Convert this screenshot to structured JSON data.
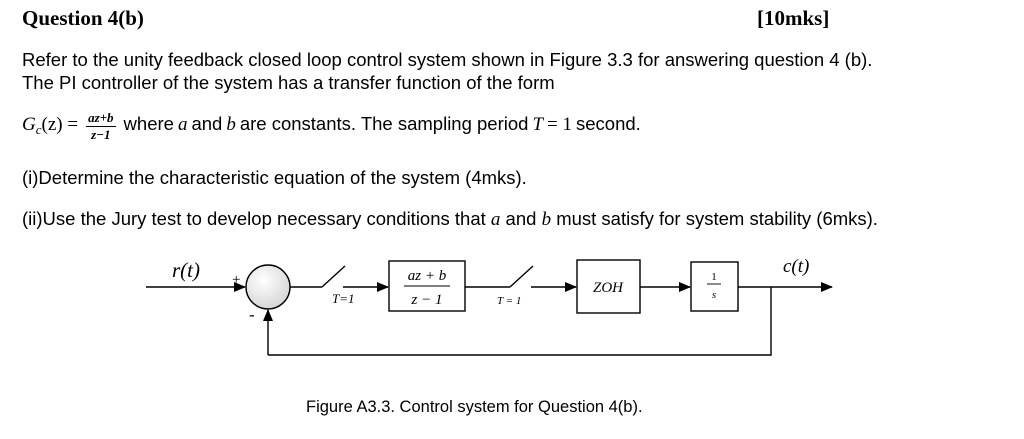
{
  "header": {
    "question": "Question 4(b)",
    "marks": "[10mks]"
  },
  "intro": {
    "line1": "Refer to the unity feedback closed loop control system shown in Figure 3.3 for answering question 4 (b).",
    "line2": "The PI controller of the system has a transfer function of the form"
  },
  "formula": {
    "lhs": "G",
    "lhs_sub": "c",
    "lhs_arg": "(z) =",
    "numerator": "az+b",
    "denominator": "z−1",
    "text_where": "where",
    "var_a": "a",
    "text_and": "and",
    "var_b": "b",
    "text_constants": "are constants. The sampling period",
    "var_T": "T",
    "text_equals": "= 1",
    "text_unit": "second."
  },
  "parts": {
    "part1": "(i)Determine the characteristic equation of the system (4mks).",
    "part2_pre": "(ii)Use the Jury test to develop necessary conditions that",
    "part2_a": "a",
    "part2_and": "and",
    "part2_b": "b",
    "part2_post": "must satisfy for system stability (6mks)."
  },
  "diagram": {
    "input_label": "r(t)",
    "output_label": "c(t)",
    "plus_sign": "+",
    "minus_sign": "-",
    "sampler1_label": "T=1",
    "sampler2_label": "T = 1",
    "controller_num": "az + b",
    "controller_den": "z − 1",
    "zoh_label": "ZOH",
    "plant_num": "1",
    "plant_den": "s"
  },
  "caption": "Figure A3.3. Control system for Question 4(b)."
}
